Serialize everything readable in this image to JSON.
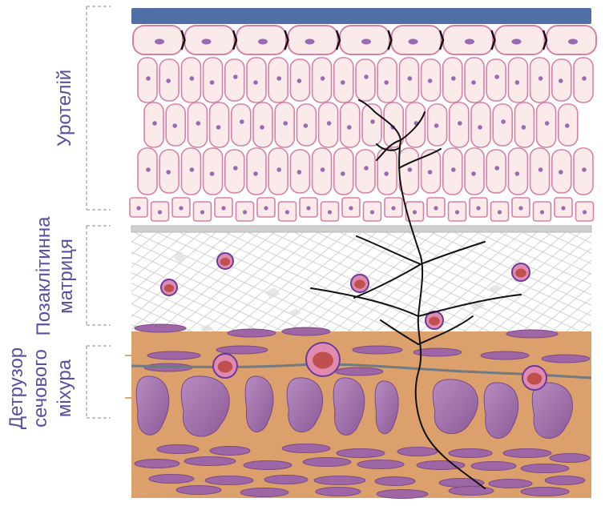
{
  "labels": {
    "urothelium": "Уротелій",
    "ecm_line1": "Позаклітинна",
    "ecm_line2": "матриця",
    "detrusor_line1": "Детрузор",
    "detrusor_line2": "сечового",
    "detrusor_line3": "міхура"
  },
  "colors": {
    "label_text": "#5a50a0",
    "apical_membrane": "#4f6fa6",
    "cell_fill": "#fbeaea",
    "cell_border": "#d680a8",
    "nucleus": "#9a6ab2",
    "matrix_mesh": "#cccccc",
    "detrusor_bg": "#dca06c",
    "muscle_cell": "#9e66a4",
    "immune_cell_ring": "#6a3aa0",
    "immune_cell_core": "#c0504d",
    "nerve": "#111111",
    "vessel_line": "#707a80"
  },
  "icons": [
    "nerve-fiber-icon",
    "immune-cell-icon",
    "smooth-muscle-cell-icon",
    "blood-vessel-icon"
  ]
}
